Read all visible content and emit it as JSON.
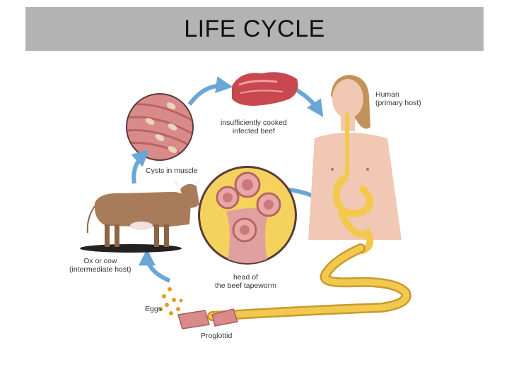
{
  "title": "LIFE CYCLE",
  "labels": {
    "cysts": "Cysts in muscle",
    "beef_line1": "insufficiently cooked",
    "beef_line2": "infected beef",
    "human_line1": "Human",
    "human_line2": "(primary host)",
    "ox_line1": "Ox or cow",
    "ox_line2": "(intermediate host)",
    "head_line1": "head of",
    "head_line2": "the beef tapeworm",
    "eggs": "Eggs",
    "proglottid": "Proglottid"
  },
  "colors": {
    "title_bg": "#b3b3b3",
    "arrow": "#6aa6d6",
    "muscle": "#d98a8a",
    "tapeworm": "#f2c94c",
    "skin": "#f0c8b4",
    "cow": "#a87c5a"
  }
}
